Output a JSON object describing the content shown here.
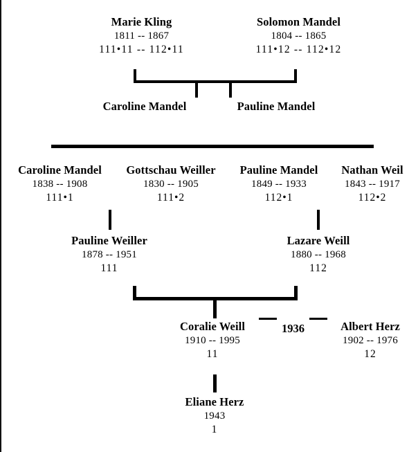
{
  "page": {
    "title": "Family tree chart",
    "background_color": "#ffffff",
    "ink_color": "#000000"
  },
  "generations": [
    {
      "id": "gen-1",
      "people": [
        {
          "name": "Marie Kling",
          "dates": "1811 -- 1867",
          "code": "111•11 -- 112•11"
        },
        {
          "name": "Solomon Mandel",
          "dates": "1804 -- 1865",
          "code": "111•12 -- 112•12"
        }
      ]
    },
    {
      "id": "gen-2",
      "people": [
        {
          "name": "Caroline Mandel",
          "dates": "",
          "code": ""
        },
        {
          "name": "Pauline Mandel",
          "dates": "",
          "code": ""
        }
      ]
    },
    {
      "id": "gen-3",
      "people": [
        {
          "name": "Caroline Mandel",
          "dates": "1838 -- 1908",
          "code": "111•1"
        },
        {
          "name": "Gottschau Weiller",
          "dates": "1830 -- 1905",
          "code": "111•2"
        },
        {
          "name": "Pauline Mandel",
          "dates": "1849 -- 1933",
          "code": "112•1"
        },
        {
          "name": "Nathan Weil",
          "dates": "1843 -- 1917",
          "code": "112•2"
        }
      ]
    },
    {
      "id": "gen-4",
      "people": [
        {
          "name": "Pauline Weiller",
          "dates": "1878 -- 1951",
          "code": "111"
        },
        {
          "name": "Lazare Weill",
          "dates": "1880 -- 1968",
          "code": "112"
        }
      ]
    },
    {
      "id": "gen-5",
      "marriage_year": "1936",
      "people": [
        {
          "name": "Coralie Weill",
          "dates": "1910 -- 1995",
          "code": "11"
        },
        {
          "name": "Albert Herz",
          "dates": "1902 -- 1976",
          "code": "12"
        }
      ]
    },
    {
      "id": "gen-6",
      "people": [
        {
          "name": "Eliane Herz",
          "dates": "1943",
          "code": "1"
        }
      ]
    }
  ]
}
